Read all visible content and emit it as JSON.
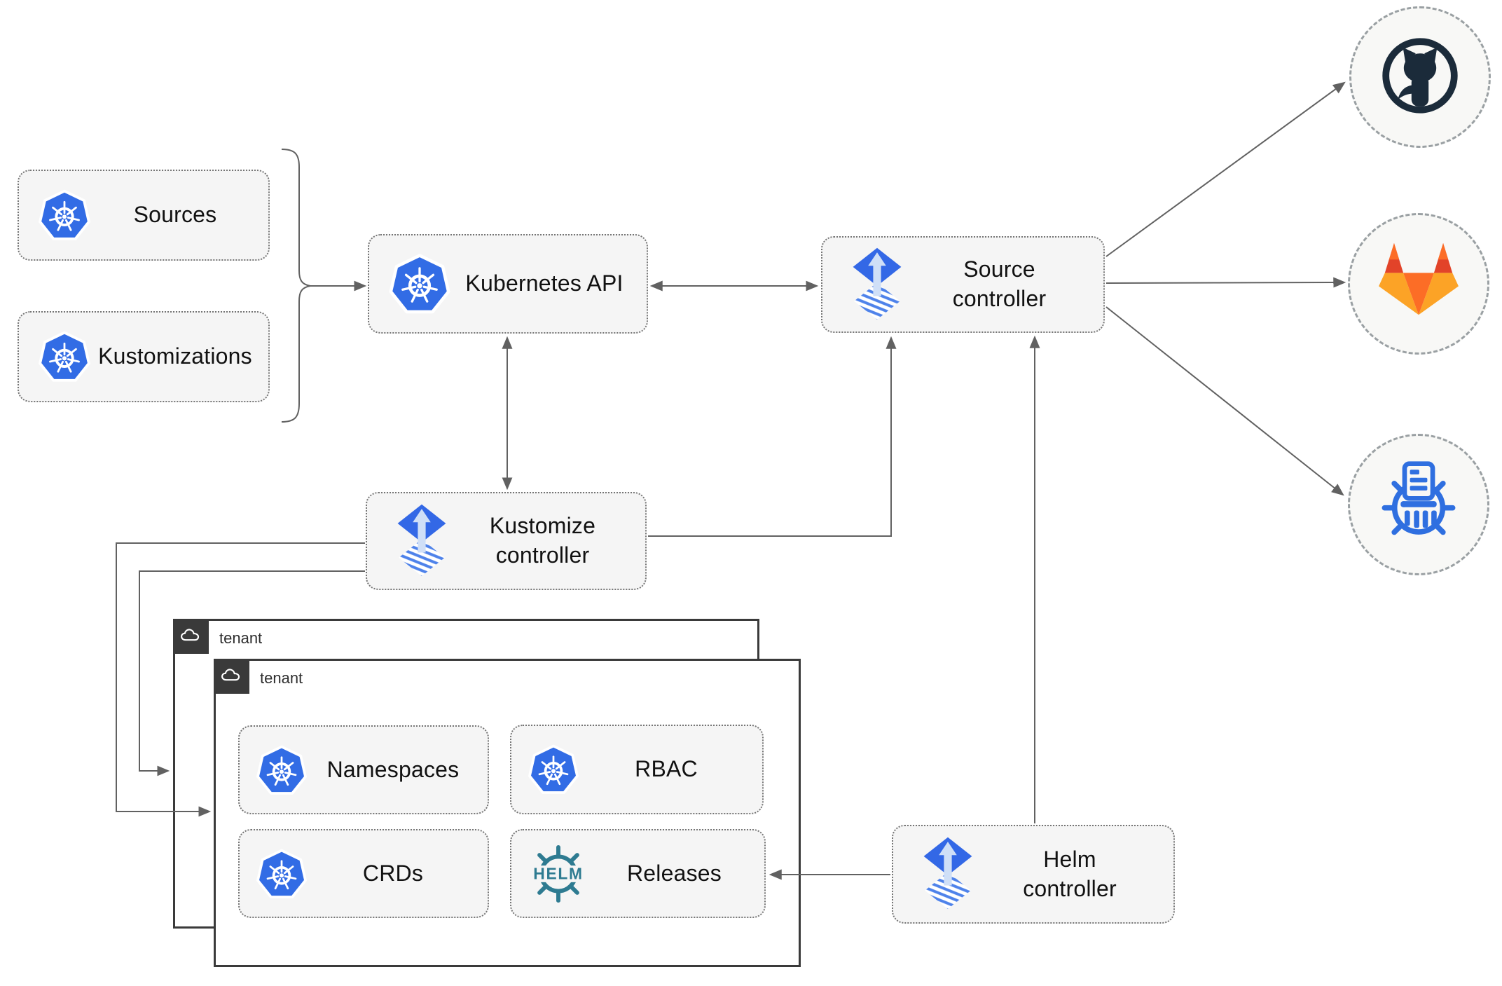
{
  "colors": {
    "k8s-blue": "#326ce5",
    "flux-blue": "#3368e6",
    "flux-arrow-light": "#cfdff7",
    "helm-teal": "#2e7b91",
    "registry-blue": "#2f6fe0",
    "github-dark": "#1b2b3a",
    "gitlab-red-orange": "#e24329",
    "gitlab-orange": "#fc6d26",
    "gitlab-light-orange": "#fca326",
    "connector-gray": "#616161",
    "node-fill": "#f5f5f5",
    "node-border": "#757575",
    "tenant-border": "#3a3a3a",
    "tenant-tab-bg": "#3a3a3a",
    "circle-fill": "#f8f8f6",
    "circle-border": "#9aa0a3"
  },
  "nodes": {
    "sources": {
      "label": "Sources",
      "icon": "kubernetes-icon"
    },
    "kustomizations": {
      "label": "Kustomizations",
      "icon": "kubernetes-icon"
    },
    "kubernetes_api": {
      "label": "Kubernetes API",
      "icon": "kubernetes-icon"
    },
    "source_controller": {
      "label": "Source\ncontroller",
      "icon": "flux-icon"
    },
    "kustomize_controller": {
      "label": "Kustomize\ncontroller",
      "icon": "flux-icon"
    },
    "helm_controller": {
      "label": "Helm\ncontroller",
      "icon": "flux-icon"
    },
    "namespaces": {
      "label": "Namespaces",
      "icon": "kubernetes-icon"
    },
    "rbac": {
      "label": "RBAC",
      "icon": "kubernetes-icon"
    },
    "crds": {
      "label": "CRDs",
      "icon": "kubernetes-icon"
    },
    "releases": {
      "label": "Releases",
      "icon": "helm-wheel-icon",
      "icon_text": "HELM"
    },
    "tenant_back": {
      "label": "tenant",
      "icon": "cloud-icon"
    },
    "tenant_front": {
      "label": "tenant",
      "icon": "cloud-icon"
    }
  },
  "endpoints": {
    "github": {
      "icon": "github-icon"
    },
    "gitlab": {
      "icon": "gitlab-icon"
    },
    "helm_repository": {
      "icon": "helm-repository-icon"
    }
  },
  "edges": [
    {
      "from": "sources_and_kustomizations",
      "to": "kubernetes_api",
      "arrow": "forward"
    },
    {
      "from": "kubernetes_api",
      "to": "source_controller",
      "arrow": "both"
    },
    {
      "from": "kubernetes_api",
      "to": "kustomize_controller",
      "arrow": "both"
    },
    {
      "from": "kustomize_controller",
      "to": "source_controller",
      "arrow": "forward"
    },
    {
      "from": "kustomize_controller",
      "to": "tenant_front",
      "arrow": "forward"
    },
    {
      "from": "kustomize_controller",
      "to": "tenant_back",
      "arrow": "forward"
    },
    {
      "from": "helm_controller",
      "to": "source_controller",
      "arrow": "forward"
    },
    {
      "from": "helm_controller",
      "to": "releases",
      "arrow": "forward"
    },
    {
      "from": "source_controller",
      "to": "github",
      "arrow": "forward"
    },
    {
      "from": "source_controller",
      "to": "gitlab",
      "arrow": "forward"
    },
    {
      "from": "source_controller",
      "to": "helm_repository",
      "arrow": "forward"
    }
  ]
}
